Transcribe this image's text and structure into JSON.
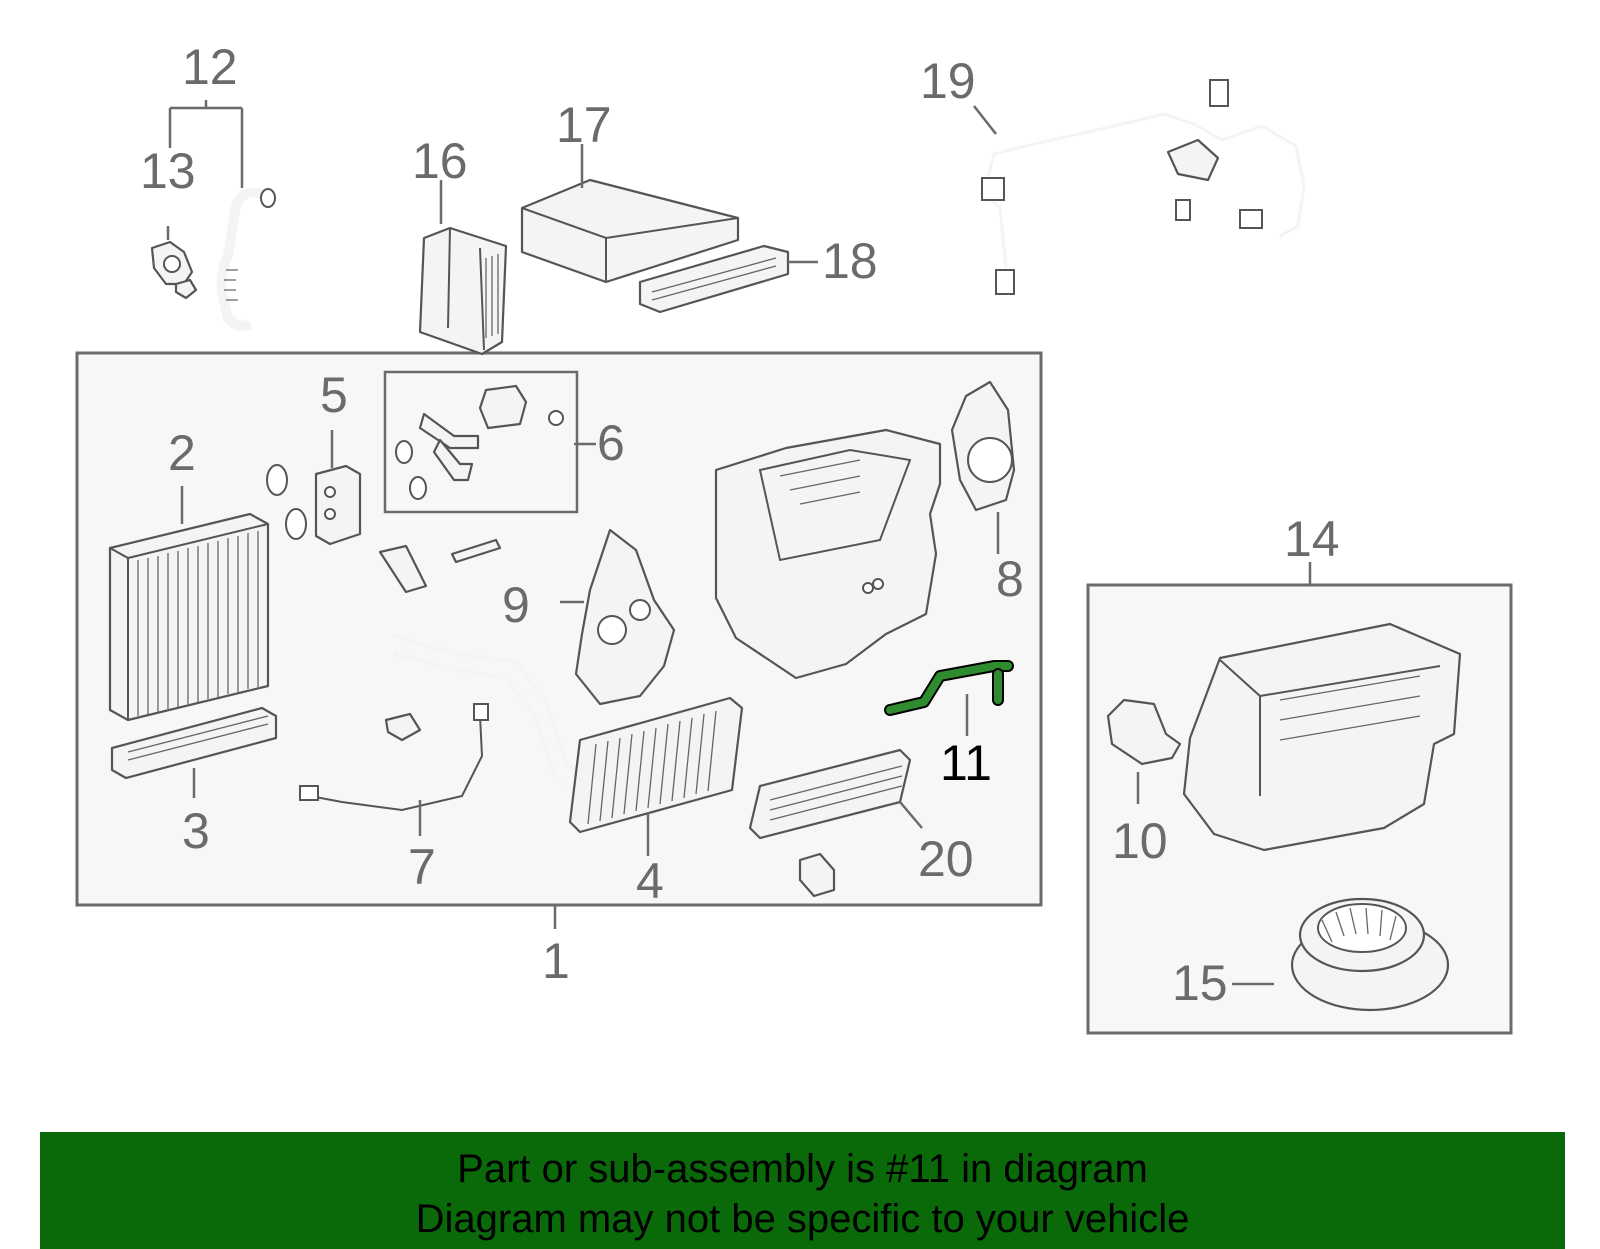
{
  "colors": {
    "banner_background": "#0a6a0a",
    "highlight_part": "#2e8b2e",
    "callout_gray": "#6b6b6b",
    "callout_highlight": "#000000"
  },
  "callouts": {
    "c1": "1",
    "c2": "2",
    "c3": "3",
    "c4": "4",
    "c5": "5",
    "c6": "6",
    "c7": "7",
    "c8": "8",
    "c9": "9",
    "c10": "10",
    "c11": "11",
    "c12": "12",
    "c13": "13",
    "c14": "14",
    "c15": "15",
    "c16": "16",
    "c17": "17",
    "c18": "18",
    "c19": "19",
    "c20": "20"
  },
  "highlighted_callout": "11",
  "banner": {
    "line1": "Part or sub-assembly is #11 in diagram",
    "line2": "Diagram may not be specific to your vehicle"
  }
}
